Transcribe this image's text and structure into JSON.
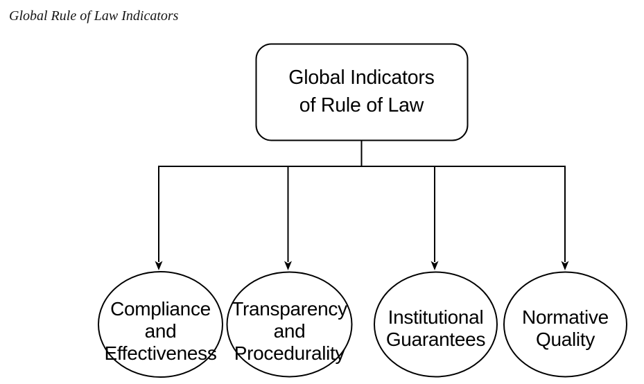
{
  "page": {
    "caption": "Global Rule of Law Indicators"
  },
  "diagram": {
    "type": "tree",
    "root": {
      "label": "Global Indicators of Rule of Law",
      "lines": [
        "Global Indicators",
        "of Rule of Law"
      ]
    },
    "children": [
      {
        "label": "Compliance and Effectiveness",
        "lines": [
          "Compliance",
          "and",
          "Effectiveness"
        ]
      },
      {
        "label": "Transparency and Procedurality",
        "lines": [
          "Transparency",
          "and",
          "Procedurality"
        ]
      },
      {
        "label": "Institutional Guarantees",
        "lines": [
          "Institutional",
          "Guarantees"
        ]
      },
      {
        "label": "Normative Quality",
        "lines": [
          "Normative",
          "Quality"
        ]
      }
    ],
    "colors": {
      "stroke": "#000000",
      "text": "#000000",
      "background": "#ffffff"
    }
  }
}
